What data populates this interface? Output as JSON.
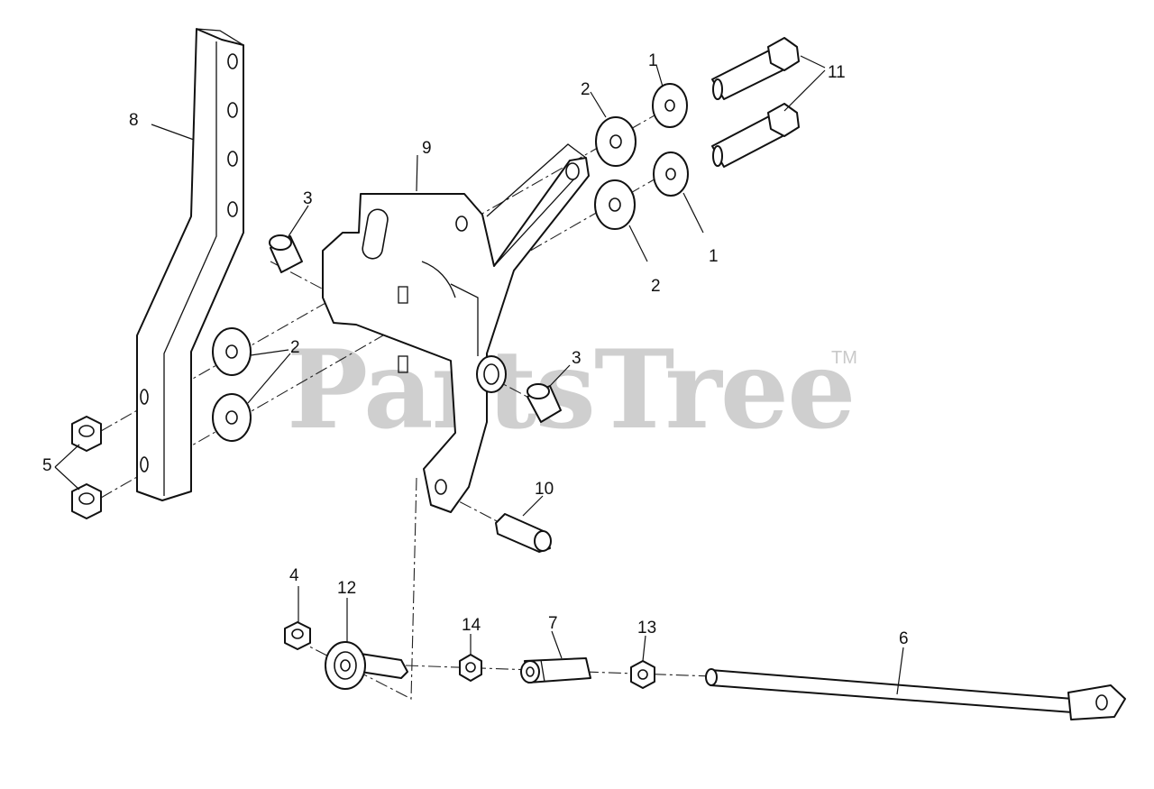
{
  "watermark": {
    "text": "PartsTree",
    "trademark": "TM"
  },
  "callouts": [
    {
      "id": "c1a",
      "text": "1"
    },
    {
      "id": "c1b",
      "text": "1"
    },
    {
      "id": "c2a",
      "text": "2"
    },
    {
      "id": "c2b",
      "text": "2"
    },
    {
      "id": "c2c",
      "text": "2"
    },
    {
      "id": "c3a",
      "text": "3"
    },
    {
      "id": "c3b",
      "text": "3"
    },
    {
      "id": "c4",
      "text": "4"
    },
    {
      "id": "c5",
      "text": "5"
    },
    {
      "id": "c6",
      "text": "6"
    },
    {
      "id": "c7",
      "text": "7"
    },
    {
      "id": "c8",
      "text": "8"
    },
    {
      "id": "c9",
      "text": "9"
    },
    {
      "id": "c10",
      "text": "10"
    },
    {
      "id": "c11",
      "text": "11"
    },
    {
      "id": "c12",
      "text": "12"
    },
    {
      "id": "c13",
      "text": "13"
    },
    {
      "id": "c14",
      "text": "14"
    }
  ]
}
